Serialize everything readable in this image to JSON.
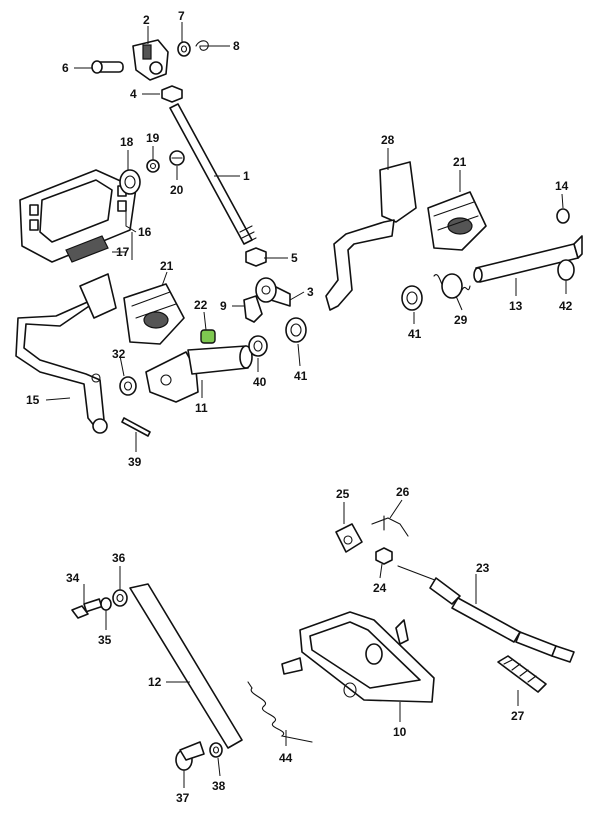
{
  "highlight_color": "#7ec850",
  "ink_color": "#111111",
  "highlighted_part": "22",
  "callouts": {
    "c1": "1",
    "c2": "2",
    "c3": "3",
    "c4": "4",
    "c5": "5",
    "c6": "6",
    "c7": "7",
    "c8": "8",
    "c9": "9",
    "c10": "10",
    "c11": "11",
    "c12": "12",
    "c13": "13",
    "c14": "14",
    "c15": "15",
    "c16": "16",
    "c17": "17",
    "c18": "18",
    "c19": "19",
    "c20": "20",
    "c21a": "21",
    "c21b": "21",
    "c22": "22",
    "c23": "23",
    "c24": "24",
    "c25": "25",
    "c26": "26",
    "c27": "27",
    "c28": "28",
    "c29": "29",
    "c32": "32",
    "c34": "34",
    "c35": "35",
    "c36": "36",
    "c37": "37",
    "c38": "38",
    "c39": "39",
    "c40": "40",
    "c41a": "41",
    "c41b": "41",
    "c42": "42",
    "c44": "44"
  }
}
